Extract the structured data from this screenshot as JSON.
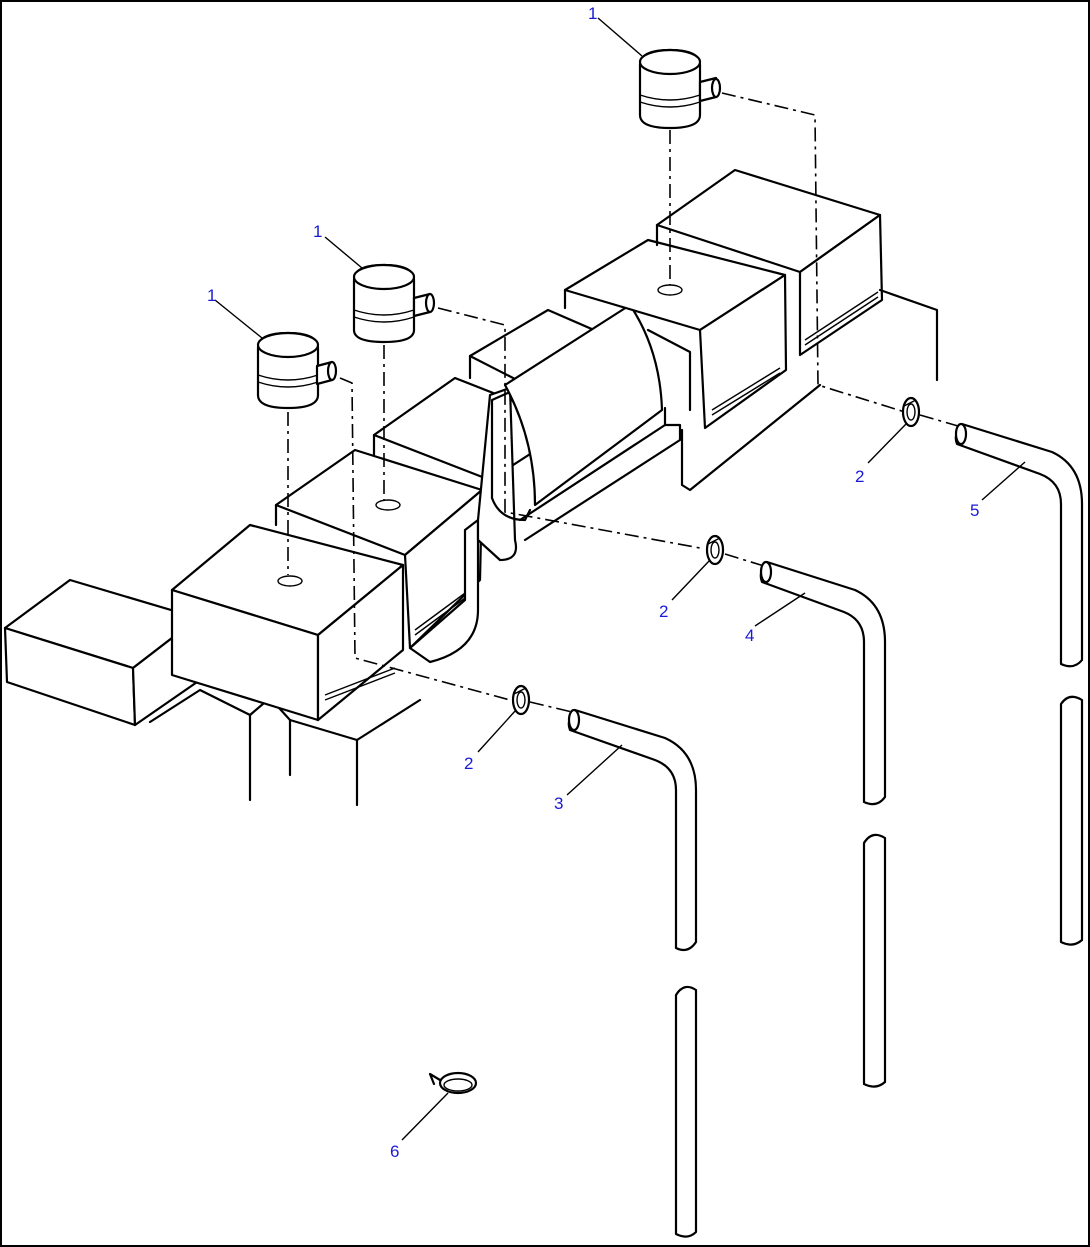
{
  "callouts": {
    "c1a": "1",
    "c1b": "1",
    "c1c": "1",
    "c2a": "2",
    "c2b": "2",
    "c2c": "2",
    "c3": "3",
    "c4": "4",
    "c5": "5",
    "c6": "6"
  },
  "colors": {
    "callout_text": "#1a1ad6",
    "line": "#000000",
    "background": "#ffffff"
  }
}
